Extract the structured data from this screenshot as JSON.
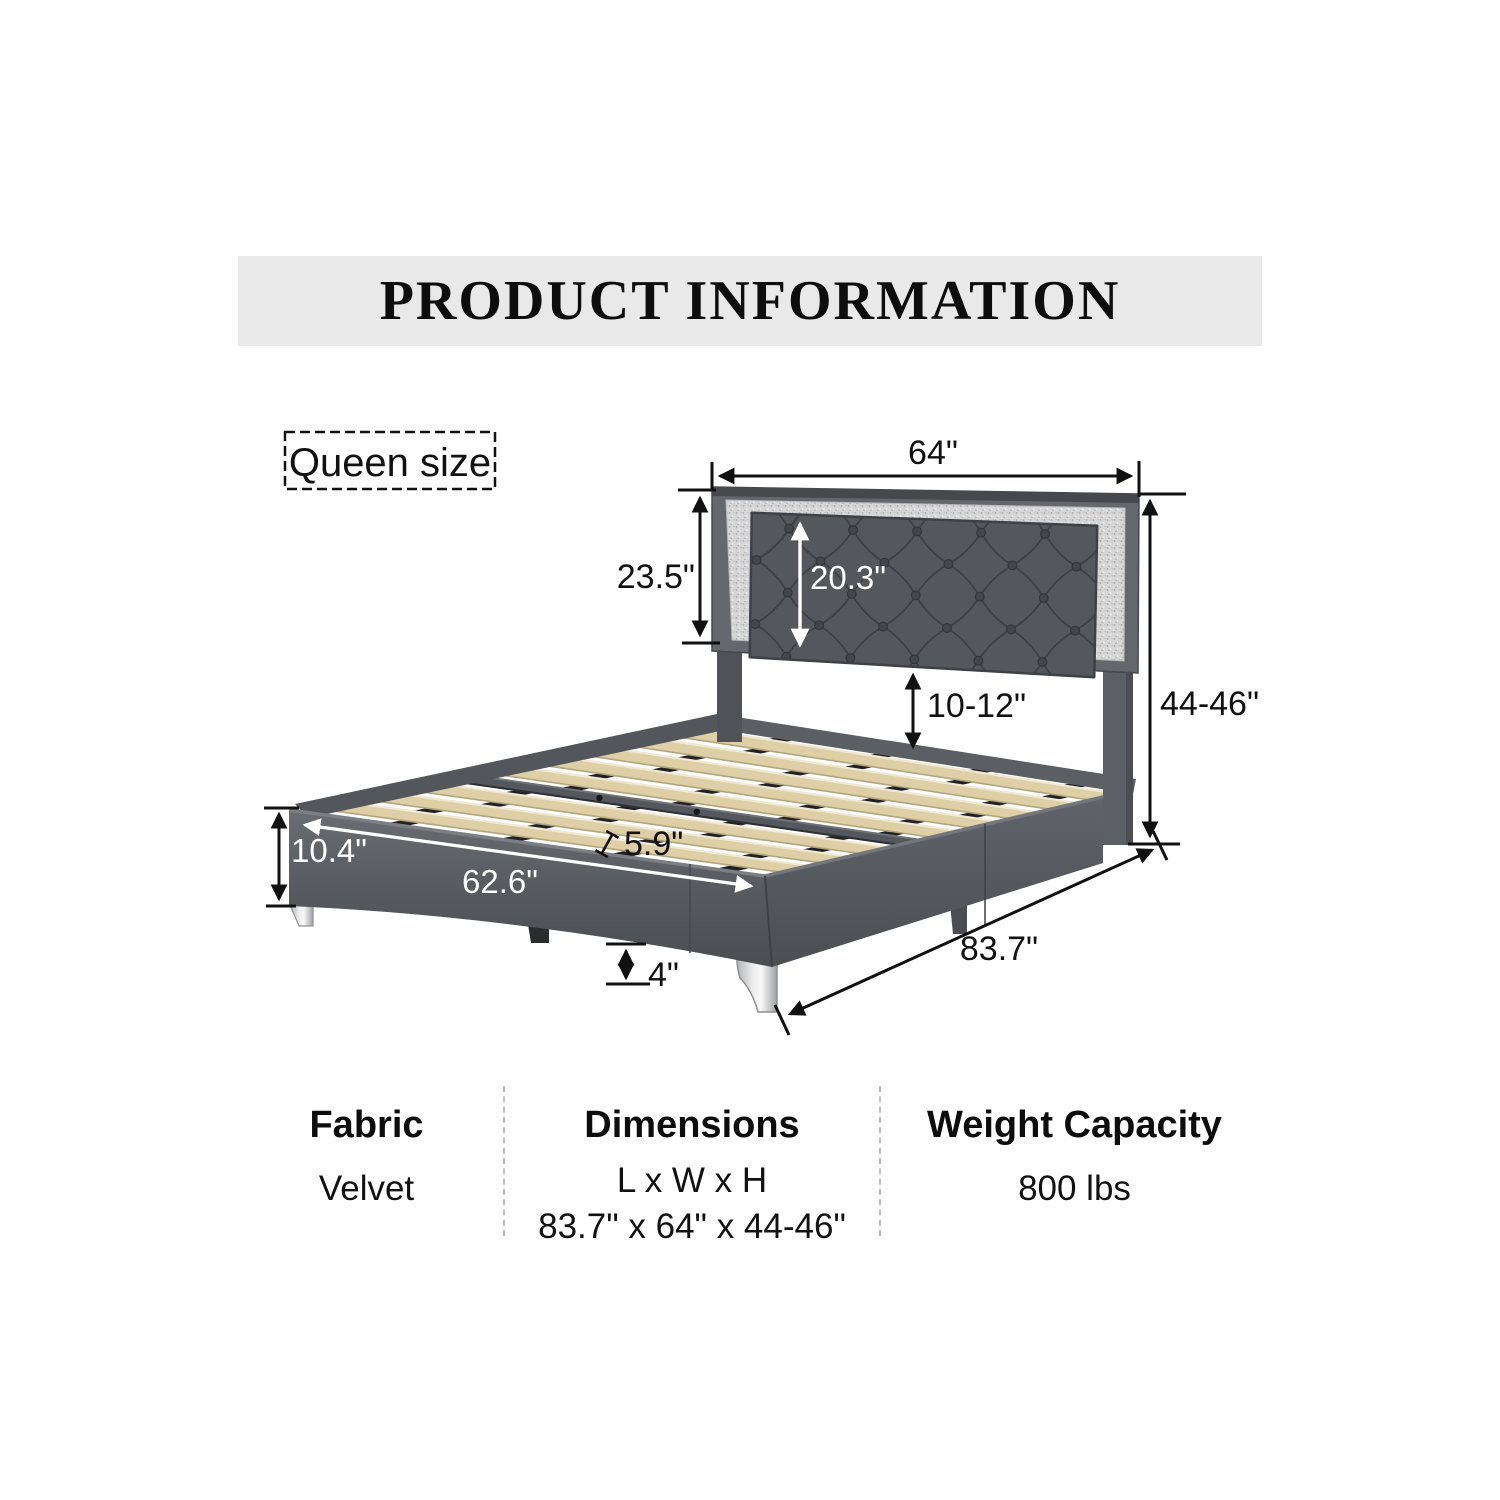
{
  "header": {
    "title": "PRODUCT INFORMATION"
  },
  "size_label": "Queen size",
  "diagram": {
    "labels": {
      "width_top": "64\"",
      "headboard_height": "23.5\"",
      "panel_height": "20.3\"",
      "headboard_clearance": "10-12\"",
      "total_height": "44-46\"",
      "rail_height": "10.4\"",
      "inner_width": "62.6\"",
      "slat_gap": "5.9\"",
      "leg_height": "4\"",
      "length": "83.7\""
    },
    "colors": {
      "banner_bg": "#e9e9e9",
      "fabric_gray": "#54575b",
      "frame_gray": "#64676c",
      "sparkle_silver": "#d6d6d7",
      "wood_slat": "#decfa7",
      "chrome_leg": "#ededee",
      "support_black": "#202124"
    }
  },
  "specs": {
    "columns": [
      {
        "heading": "Fabric",
        "lines": [
          "Velvet"
        ]
      },
      {
        "heading": "Dimensions",
        "lines": [
          "L x W x H",
          "83.7\" x 64\" x 44-46\""
        ]
      },
      {
        "heading": "Weight Capacity",
        "lines": [
          "800 lbs"
        ]
      }
    ]
  }
}
